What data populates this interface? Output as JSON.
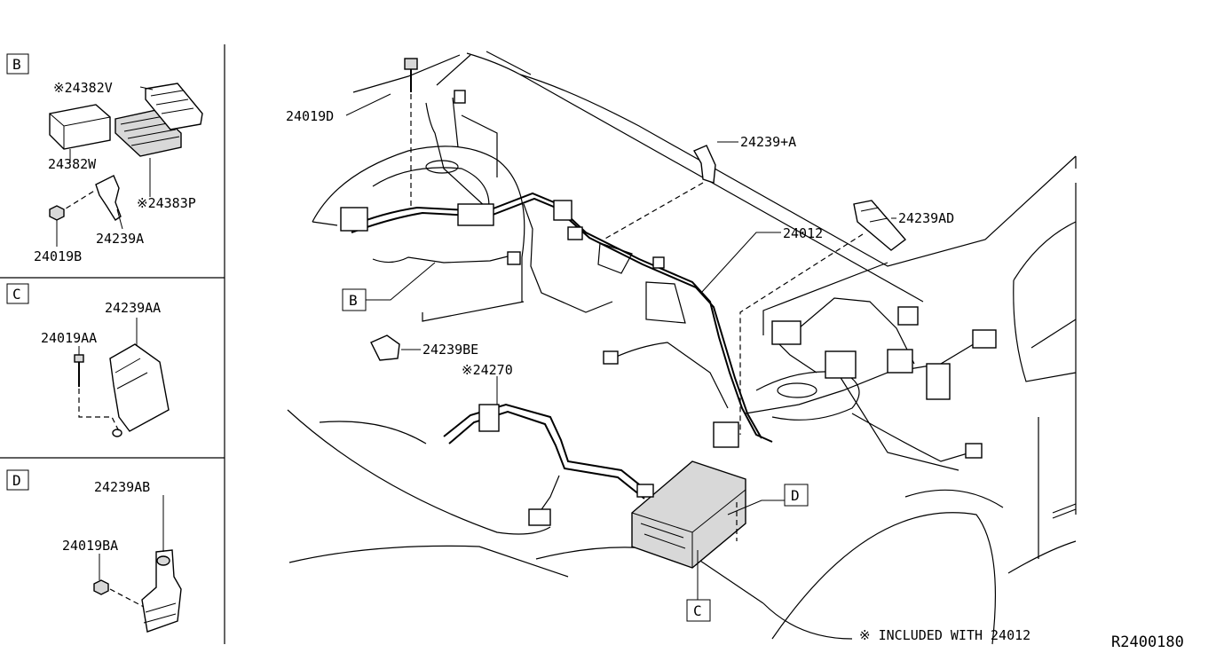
{
  "diagram_id": "R2400180",
  "footnote": "※ INCLUDED WITH 24012",
  "panels": {
    "B": {
      "tag": "B",
      "parts": [
        "※24382V",
        "24382W",
        "※24383P",
        "24239A",
        "24019B"
      ]
    },
    "C": {
      "tag": "C",
      "parts": [
        "24239AA",
        "24019AA"
      ]
    },
    "D": {
      "tag": "D",
      "parts": [
        "24239AB",
        "24019BA"
      ]
    }
  },
  "main": {
    "parts": [
      "24019D",
      "24239+A",
      "24012",
      "24239AD",
      "24239BE",
      "※24270"
    ],
    "callouts": [
      "B",
      "C",
      "D"
    ]
  }
}
